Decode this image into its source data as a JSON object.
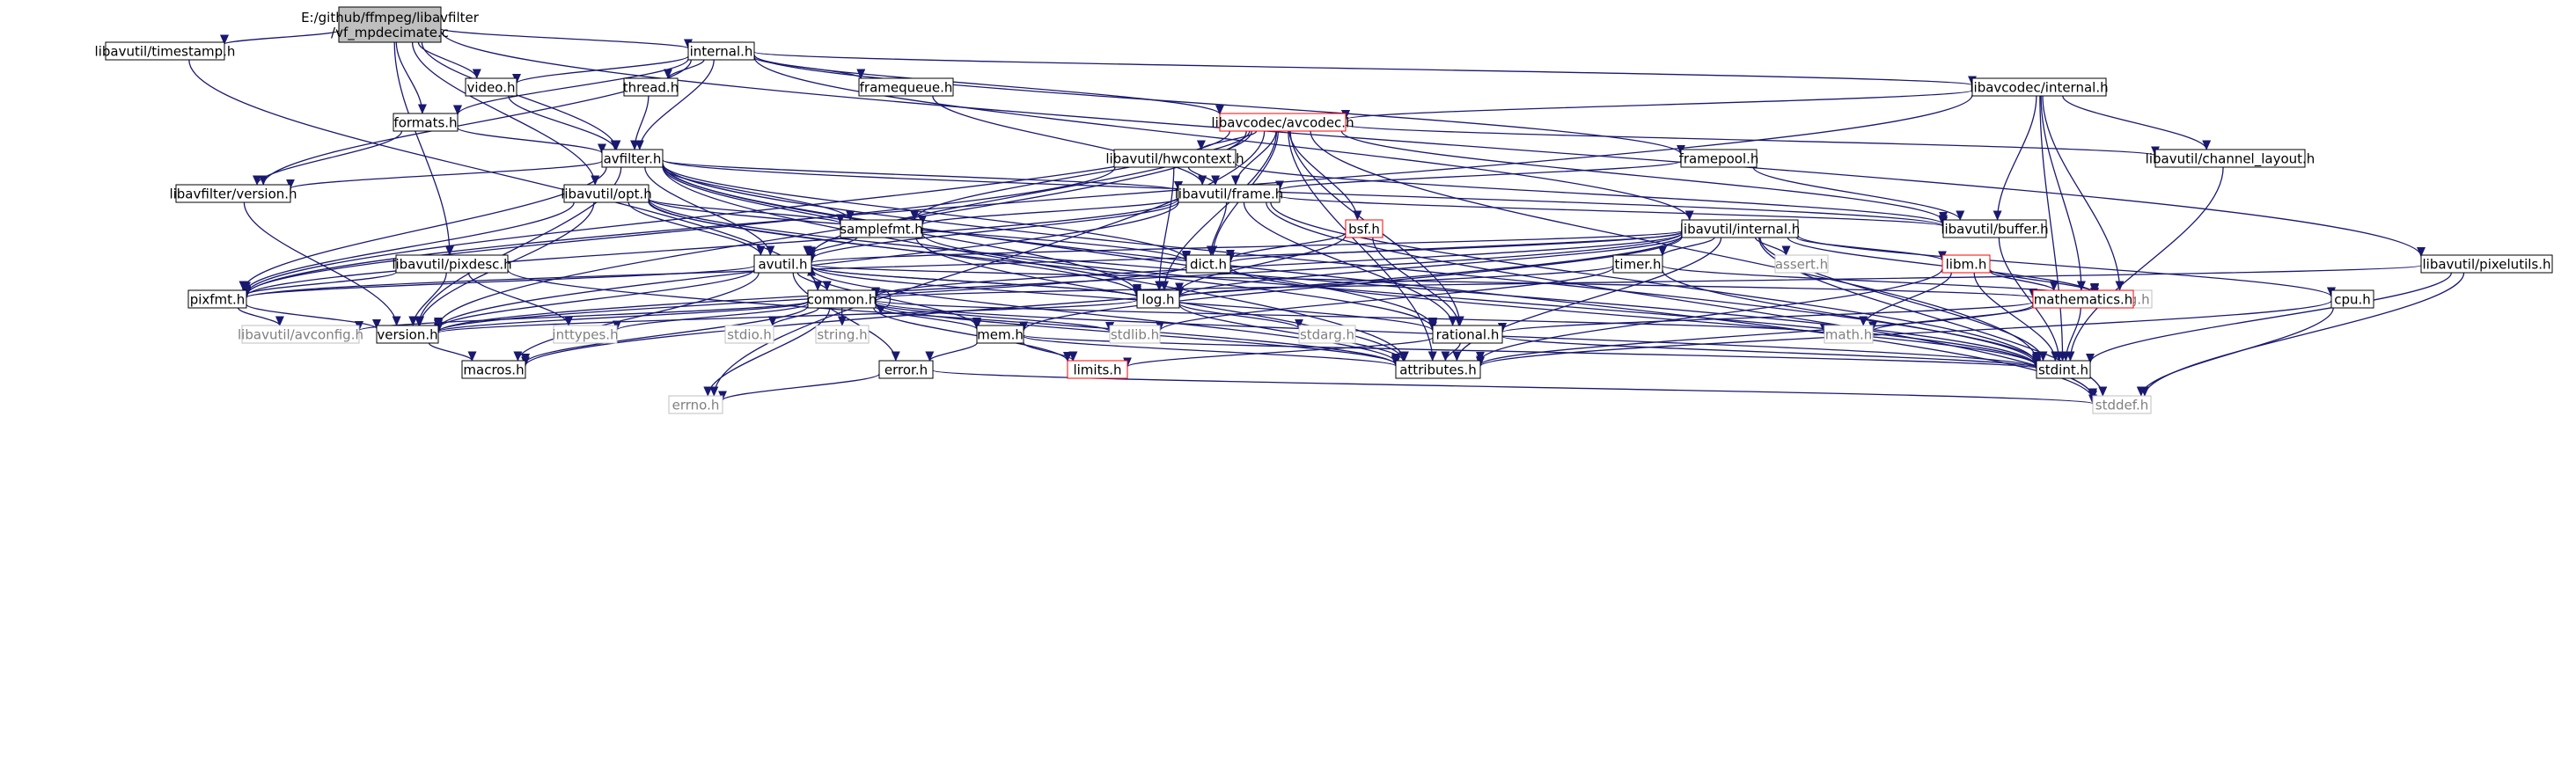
{
  "graph": {
    "root": "vf_mpdecimate",
    "nodes": [
      {
        "id": "vf_mpdecimate",
        "lines": [
          "E:/github/ffmpeg/libavfilter",
          "/vf_mpdecimate.c"
        ],
        "style": "root"
      },
      {
        "id": "timestamp",
        "lines": [
          "libavutil/timestamp.h"
        ],
        "style": "normal"
      },
      {
        "id": "internal",
        "lines": [
          "internal.h"
        ],
        "style": "normal"
      },
      {
        "id": "video",
        "lines": [
          "video.h"
        ],
        "style": "normal"
      },
      {
        "id": "thread",
        "lines": [
          "thread.h"
        ],
        "style": "normal"
      },
      {
        "id": "framequeue",
        "lines": [
          "framequeue.h"
        ],
        "style": "normal"
      },
      {
        "id": "lc_internal",
        "lines": [
          "libavcodec/internal.h"
        ],
        "style": "normal"
      },
      {
        "id": "formats",
        "lines": [
          "formats.h"
        ],
        "style": "normal"
      },
      {
        "id": "avcodec",
        "lines": [
          "libavcodec/avcodec.h"
        ],
        "style": "truncated"
      },
      {
        "id": "hwcontext",
        "lines": [
          "libavutil/hwcontext.h"
        ],
        "style": "normal"
      },
      {
        "id": "framepool",
        "lines": [
          "framepool.h"
        ],
        "style": "normal"
      },
      {
        "id": "channel_layout",
        "lines": [
          "libavutil/channel_layout.h"
        ],
        "style": "normal"
      },
      {
        "id": "avfilter",
        "lines": [
          "avfilter.h"
        ],
        "style": "normal"
      },
      {
        "id": "lf_version",
        "lines": [
          "libavfilter/version.h"
        ],
        "style": "normal"
      },
      {
        "id": "opt",
        "lines": [
          "libavutil/opt.h"
        ],
        "style": "normal"
      },
      {
        "id": "frame",
        "lines": [
          "libavutil/frame.h"
        ],
        "style": "normal"
      },
      {
        "id": "buffer",
        "lines": [
          "libavutil/buffer.h"
        ],
        "style": "normal"
      },
      {
        "id": "samplefmt",
        "lines": [
          "samplefmt.h"
        ],
        "style": "normal"
      },
      {
        "id": "bsf",
        "lines": [
          "bsf.h"
        ],
        "style": "truncated"
      },
      {
        "id": "lu_internal",
        "lines": [
          "libavutil/internal.h"
        ],
        "style": "normal"
      },
      {
        "id": "pixelutils",
        "lines": [
          "libavutil/pixelutils.h"
        ],
        "style": "normal"
      },
      {
        "id": "pixdesc",
        "lines": [
          "libavutil/pixdesc.h"
        ],
        "style": "normal"
      },
      {
        "id": "avutil",
        "lines": [
          "avutil.h"
        ],
        "style": "normal"
      },
      {
        "id": "dict",
        "lines": [
          "dict.h"
        ],
        "style": "normal"
      },
      {
        "id": "timer",
        "lines": [
          "timer.h"
        ],
        "style": "normal"
      },
      {
        "id": "assert",
        "lines": [
          "assert.h"
        ],
        "style": "system"
      },
      {
        "id": "libm",
        "lines": [
          "libm.h"
        ],
        "style": "truncated"
      },
      {
        "id": "pixfmt",
        "lines": [
          "pixfmt.h"
        ],
        "style": "normal"
      },
      {
        "id": "common",
        "lines": [
          "common.h"
        ],
        "style": "normal"
      },
      {
        "id": "log",
        "lines": [
          "log.h"
        ],
        "style": "normal"
      },
      {
        "id": "config",
        "lines": [
          "config.h"
        ],
        "style": "system"
      },
      {
        "id": "cpu",
        "lines": [
          "cpu.h"
        ],
        "style": "normal"
      },
      {
        "id": "mathematics",
        "lines": [
          "mathematics.h"
        ],
        "style": "truncated"
      },
      {
        "id": "avconfig",
        "lines": [
          "libavutil/avconfig.h"
        ],
        "style": "system"
      },
      {
        "id": "version",
        "lines": [
          "version.h"
        ],
        "style": "normal"
      },
      {
        "id": "inttypes",
        "lines": [
          "inttypes.h"
        ],
        "style": "system"
      },
      {
        "id": "stdio",
        "lines": [
          "stdio.h"
        ],
        "style": "system"
      },
      {
        "id": "string",
        "lines": [
          "string.h"
        ],
        "style": "system"
      },
      {
        "id": "mem",
        "lines": [
          "mem.h"
        ],
        "style": "normal"
      },
      {
        "id": "stdlib",
        "lines": [
          "stdlib.h"
        ],
        "style": "system"
      },
      {
        "id": "stdarg",
        "lines": [
          "stdarg.h"
        ],
        "style": "system"
      },
      {
        "id": "rational",
        "lines": [
          "rational.h"
        ],
        "style": "normal"
      },
      {
        "id": "math",
        "lines": [
          "math.h"
        ],
        "style": "system"
      },
      {
        "id": "macros",
        "lines": [
          "macros.h"
        ],
        "style": "normal"
      },
      {
        "id": "error",
        "lines": [
          "error.h"
        ],
        "style": "normal"
      },
      {
        "id": "limits",
        "lines": [
          "limits.h"
        ],
        "style": "truncated"
      },
      {
        "id": "attributes",
        "lines": [
          "attributes.h"
        ],
        "style": "normal"
      },
      {
        "id": "stdint",
        "lines": [
          "stdint.h"
        ],
        "style": "normal"
      },
      {
        "id": "errno",
        "lines": [
          "errno.h"
        ],
        "style": "system"
      },
      {
        "id": "stddef",
        "lines": [
          "stddef.h"
        ],
        "style": "system"
      }
    ],
    "edges": [
      [
        "vf_mpdecimate",
        "timestamp"
      ],
      [
        "vf_mpdecimate",
        "internal"
      ],
      [
        "vf_mpdecimate",
        "video"
      ],
      [
        "vf_mpdecimate",
        "formats"
      ],
      [
        "vf_mpdecimate",
        "avfilter"
      ],
      [
        "vf_mpdecimate",
        "opt"
      ],
      [
        "vf_mpdecimate",
        "pixdesc"
      ],
      [
        "vf_mpdecimate",
        "pixelutils"
      ],
      [
        "timestamp",
        "common"
      ],
      [
        "internal",
        "video"
      ],
      [
        "internal",
        "thread"
      ],
      [
        "internal",
        "framequeue"
      ],
      [
        "internal",
        "lc_internal"
      ],
      [
        "internal",
        "formats"
      ],
      [
        "internal",
        "avcodec"
      ],
      [
        "internal",
        "framepool"
      ],
      [
        "internal",
        "avfilter"
      ],
      [
        "internal",
        "lf_version"
      ],
      [
        "internal",
        "lu_internal"
      ],
      [
        "video",
        "avfilter"
      ],
      [
        "thread",
        "avfilter"
      ],
      [
        "framequeue",
        "frame"
      ],
      [
        "lc_internal",
        "avcodec"
      ],
      [
        "lc_internal",
        "channel_layout"
      ],
      [
        "lc_internal",
        "buffer"
      ],
      [
        "lc_internal",
        "pixfmt"
      ],
      [
        "lc_internal",
        "config"
      ],
      [
        "lc_internal",
        "mathematics"
      ],
      [
        "lc_internal",
        "stdint"
      ],
      [
        "formats",
        "avfilter"
      ],
      [
        "formats",
        "lf_version"
      ],
      [
        "avcodec",
        "hwcontext"
      ],
      [
        "avcodec",
        "frame"
      ],
      [
        "avcodec",
        "avutil"
      ],
      [
        "avcodec",
        "buffer"
      ],
      [
        "avcodec",
        "channel_layout"
      ],
      [
        "avcodec",
        "dict"
      ],
      [
        "avcodec",
        "log"
      ],
      [
        "avcodec",
        "rational"
      ],
      [
        "avcodec",
        "samplefmt"
      ],
      [
        "avcodec",
        "bsf"
      ],
      [
        "avcodec",
        "attributes"
      ],
      [
        "avcodec",
        "pixfmt"
      ],
      [
        "avcodec",
        "version"
      ],
      [
        "avcodec",
        "stdint"
      ],
      [
        "avcodec",
        "errno"
      ],
      [
        "hwcontext",
        "frame"
      ],
      [
        "hwcontext",
        "buffer"
      ],
      [
        "hwcontext",
        "log"
      ],
      [
        "hwcontext",
        "pixfmt"
      ],
      [
        "framepool",
        "frame"
      ],
      [
        "framepool",
        "buffer"
      ],
      [
        "channel_layout",
        "stdint"
      ],
      [
        "avfilter",
        "lf_version"
      ],
      [
        "avfilter",
        "frame"
      ],
      [
        "avfilter",
        "buffer"
      ],
      [
        "avfilter",
        "samplefmt"
      ],
      [
        "avfilter",
        "dict"
      ],
      [
        "avfilter",
        "avutil"
      ],
      [
        "avfilter",
        "log"
      ],
      [
        "avfilter",
        "pixfmt"
      ],
      [
        "avfilter",
        "rational"
      ],
      [
        "avfilter",
        "attributes"
      ],
      [
        "avfilter",
        "stddef"
      ],
      [
        "avfilter",
        "version"
      ],
      [
        "avfilter",
        "stdint"
      ],
      [
        "lf_version",
        "version"
      ],
      [
        "opt",
        "avutil"
      ],
      [
        "opt",
        "dict"
      ],
      [
        "opt",
        "log"
      ],
      [
        "opt",
        "pixfmt"
      ],
      [
        "opt",
        "rational"
      ],
      [
        "opt",
        "samplefmt"
      ],
      [
        "opt",
        "version"
      ],
      [
        "opt",
        "stdint"
      ],
      [
        "frame",
        "avutil"
      ],
      [
        "frame",
        "buffer"
      ],
      [
        "frame",
        "dict"
      ],
      [
        "frame",
        "rational"
      ],
      [
        "frame",
        "samplefmt"
      ],
      [
        "frame",
        "pixfmt"
      ],
      [
        "frame",
        "version"
      ],
      [
        "frame",
        "stdint"
      ],
      [
        "frame",
        "stddef"
      ],
      [
        "buffer",
        "stdint"
      ],
      [
        "samplefmt",
        "avutil"
      ],
      [
        "samplefmt",
        "attributes"
      ],
      [
        "samplefmt",
        "stdint"
      ],
      [
        "bsf",
        "dict"
      ],
      [
        "bsf",
        "log"
      ],
      [
        "bsf",
        "rational"
      ],
      [
        "lu_internal",
        "timer"
      ],
      [
        "lu_internal",
        "assert"
      ],
      [
        "lu_internal",
        "libm"
      ],
      [
        "lu_internal",
        "config"
      ],
      [
        "lu_internal",
        "cpu"
      ],
      [
        "lu_internal",
        "avutil"
      ],
      [
        "lu_internal",
        "dict"
      ],
      [
        "lu_internal",
        "log"
      ],
      [
        "lu_internal",
        "pixfmt"
      ],
      [
        "lu_internal",
        "version"
      ],
      [
        "lu_internal",
        "mem"
      ],
      [
        "lu_internal",
        "attributes"
      ],
      [
        "lu_internal",
        "stdint"
      ],
      [
        "lu_internal",
        "stddef"
      ],
      [
        "lu_internal",
        "macros"
      ],
      [
        "lu_internal",
        "common"
      ],
      [
        "pixelutils",
        "stdint"
      ],
      [
        "pixelutils",
        "stddef"
      ],
      [
        "pixelutils",
        "common"
      ],
      [
        "pixdesc",
        "pixfmt"
      ],
      [
        "pixdesc",
        "version"
      ],
      [
        "pixdesc",
        "inttypes"
      ],
      [
        "pixdesc",
        "attributes"
      ],
      [
        "avutil",
        "common"
      ],
      [
        "avutil",
        "log"
      ],
      [
        "avutil",
        "pixfmt"
      ],
      [
        "avutil",
        "rational"
      ],
      [
        "avutil",
        "mathematics"
      ],
      [
        "avutil",
        "version"
      ],
      [
        "avutil",
        "macros"
      ],
      [
        "avutil",
        "error"
      ],
      [
        "avutil",
        "mem"
      ],
      [
        "avutil",
        "attributes"
      ],
      [
        "dict",
        "stdint"
      ],
      [
        "dict",
        "version"
      ],
      [
        "timer",
        "log"
      ],
      [
        "timer",
        "config"
      ],
      [
        "timer",
        "stdlib"
      ],
      [
        "timer",
        "stdint"
      ],
      [
        "libm",
        "config"
      ],
      [
        "libm",
        "attributes"
      ],
      [
        "libm",
        "math"
      ],
      [
        "libm",
        "mathematics"
      ],
      [
        "libm",
        "stdint"
      ],
      [
        "pixfmt",
        "avconfig"
      ],
      [
        "pixfmt",
        "version"
      ],
      [
        "common",
        "avconfig"
      ],
      [
        "common",
        "version"
      ],
      [
        "common",
        "inttypes"
      ],
      [
        "common",
        "stdio"
      ],
      [
        "common",
        "string"
      ],
      [
        "common",
        "stdlib"
      ],
      [
        "common",
        "math"
      ],
      [
        "common",
        "errno"
      ],
      [
        "common",
        "limits"
      ],
      [
        "common",
        "mem"
      ],
      [
        "common",
        "attributes"
      ],
      [
        "common",
        "macros"
      ],
      [
        "common",
        "stdint"
      ],
      [
        "common",
        "common"
      ],
      [
        "log",
        "avutil"
      ],
      [
        "log",
        "attributes"
      ],
      [
        "log",
        "version"
      ],
      [
        "log",
        "stdarg"
      ],
      [
        "cpu",
        "attributes"
      ],
      [
        "cpu",
        "stddef"
      ],
      [
        "mathematics",
        "rational"
      ],
      [
        "mathematics",
        "math"
      ],
      [
        "mathematics",
        "attributes"
      ],
      [
        "mathematics",
        "stdint"
      ],
      [
        "version",
        "macros"
      ],
      [
        "mem",
        "error"
      ],
      [
        "mem",
        "limits"
      ],
      [
        "mem",
        "attributes"
      ],
      [
        "mem",
        "stdint"
      ],
      [
        "rational",
        "attributes"
      ],
      [
        "rational",
        "limits"
      ],
      [
        "rational",
        "stdint"
      ],
      [
        "error",
        "errno"
      ],
      [
        "error",
        "stddef"
      ]
    ],
    "colors": {
      "edge": "#191970",
      "normal_border": "#000000",
      "root_fill": "#bfbfbf",
      "truncated_border": "#ff0000",
      "system_border": "#bfbfbf",
      "system_text": "#7f7f7f",
      "text": "#000000"
    }
  }
}
